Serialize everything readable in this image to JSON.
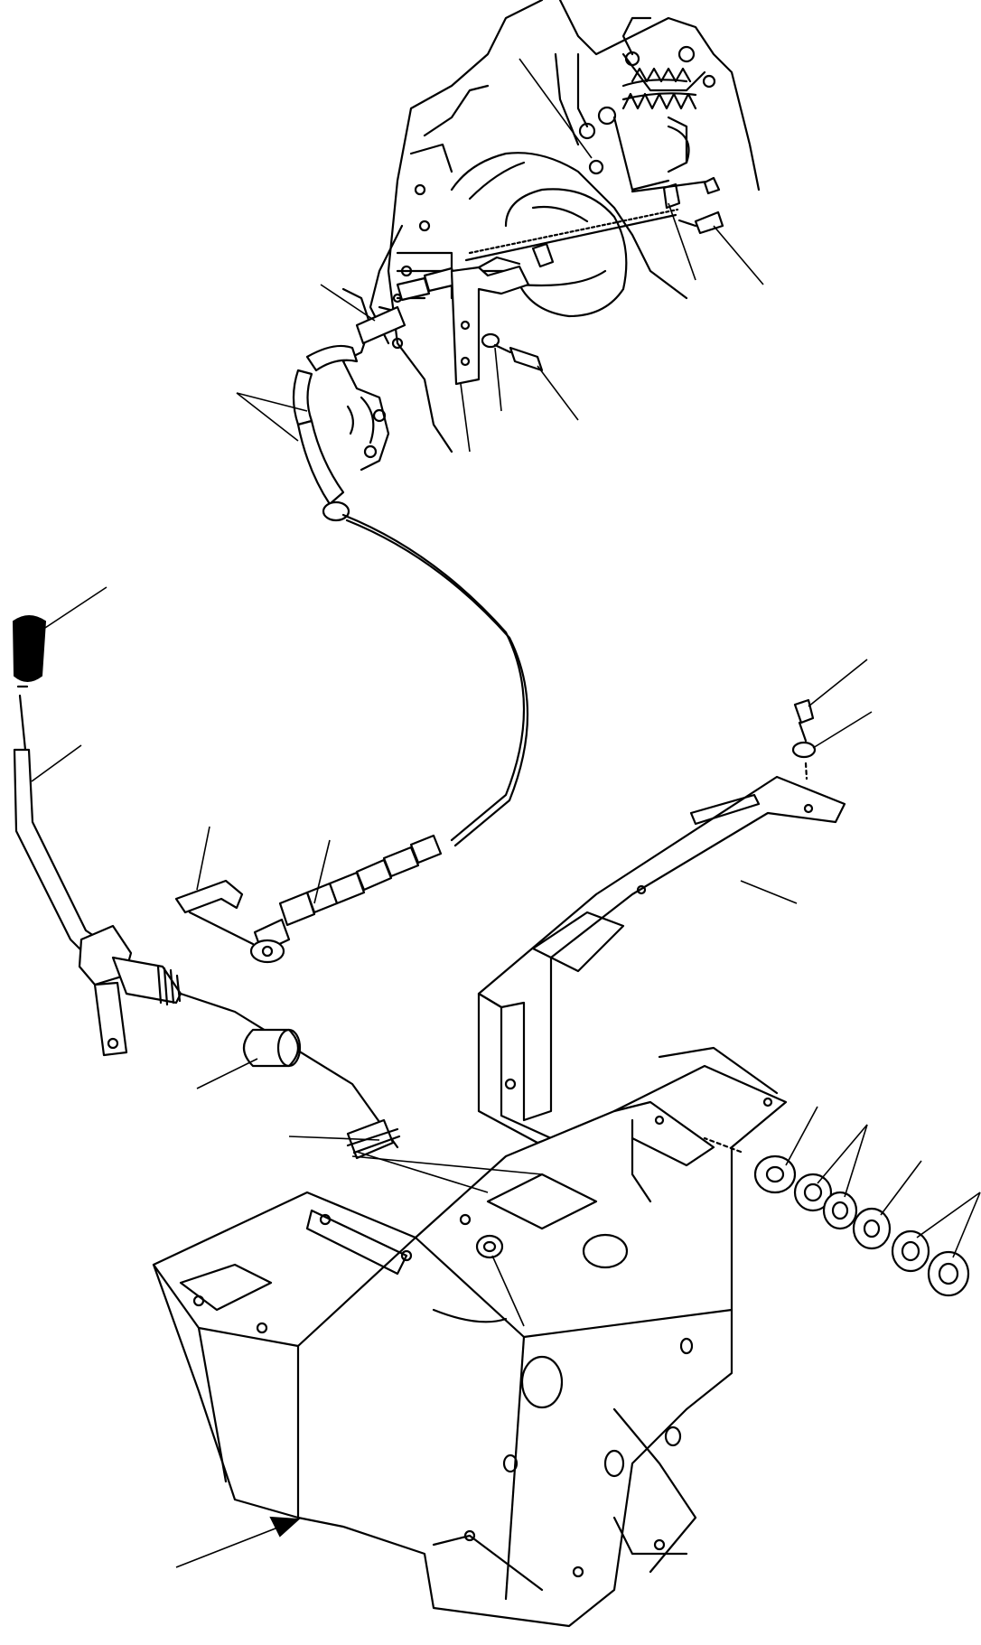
{
  "diagram": {
    "line_color": "#000000",
    "background": "#ffffff",
    "leaders": [
      {
        "id": "spring-bracket-nut"
      },
      {
        "id": "lever-clamp"
      },
      {
        "id": "clamp-bolt"
      },
      {
        "id": "cable-end-engine"
      },
      {
        "id": "cable-sleeves"
      },
      {
        "id": "bracket-plate"
      },
      {
        "id": "bracket-washer"
      },
      {
        "id": "bracket-bolt"
      },
      {
        "id": "knob"
      },
      {
        "id": "control-lever"
      },
      {
        "id": "clevis-clip"
      },
      {
        "id": "cable-end-lever"
      },
      {
        "id": "screw"
      },
      {
        "id": "lock-washer"
      },
      {
        "id": "cover-plate"
      },
      {
        "id": "bushing"
      },
      {
        "id": "pivot-bolt"
      },
      {
        "id": "nut"
      },
      {
        "id": "thrust-washer"
      },
      {
        "id": "spring-washers"
      },
      {
        "id": "flat-washer"
      },
      {
        "id": "lock-nuts"
      },
      {
        "id": "front-direction-arrow"
      }
    ]
  }
}
